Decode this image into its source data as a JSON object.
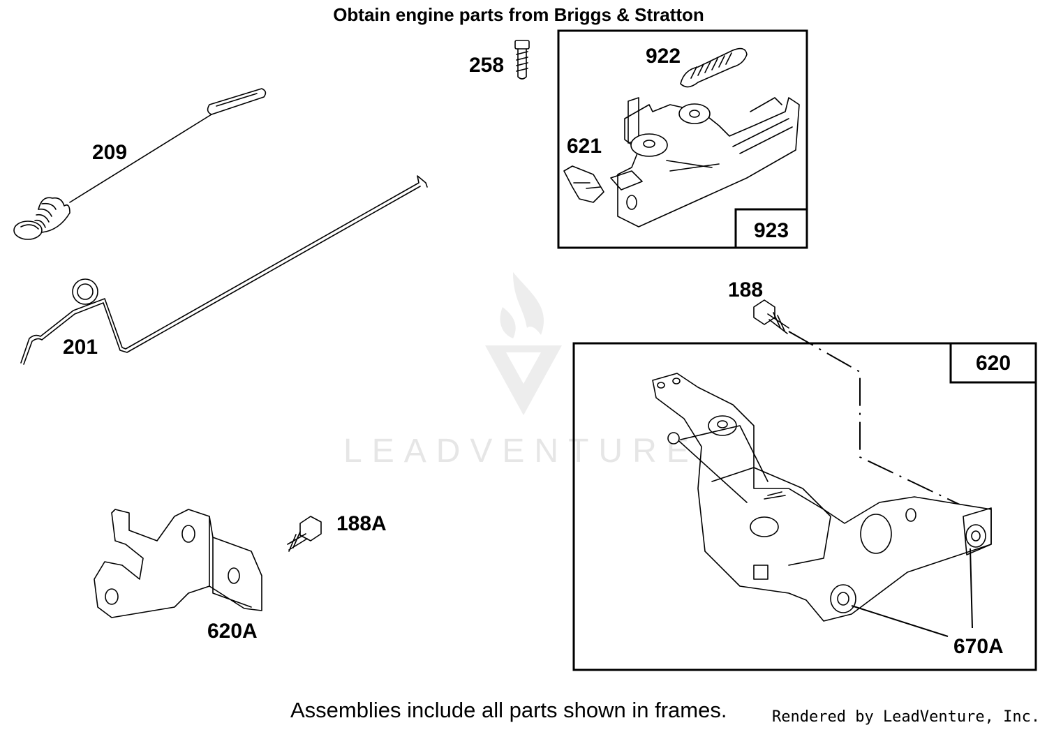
{
  "header": {
    "note": "Obtain engine parts from Briggs & Stratton"
  },
  "watermark": {
    "text": "LEADVENTURE"
  },
  "parts": {
    "p209": "209",
    "p201": "201",
    "p258": "258",
    "p922": "922",
    "p621": "621",
    "p923": "923",
    "p188": "188",
    "p620": "620",
    "p188A": "188A",
    "p620A": "620A",
    "p670A": "670A"
  },
  "footer": {
    "assemblies_note": "Assemblies include all parts shown in frames.",
    "rendered_by": "Rendered by LeadVenture, Inc."
  }
}
